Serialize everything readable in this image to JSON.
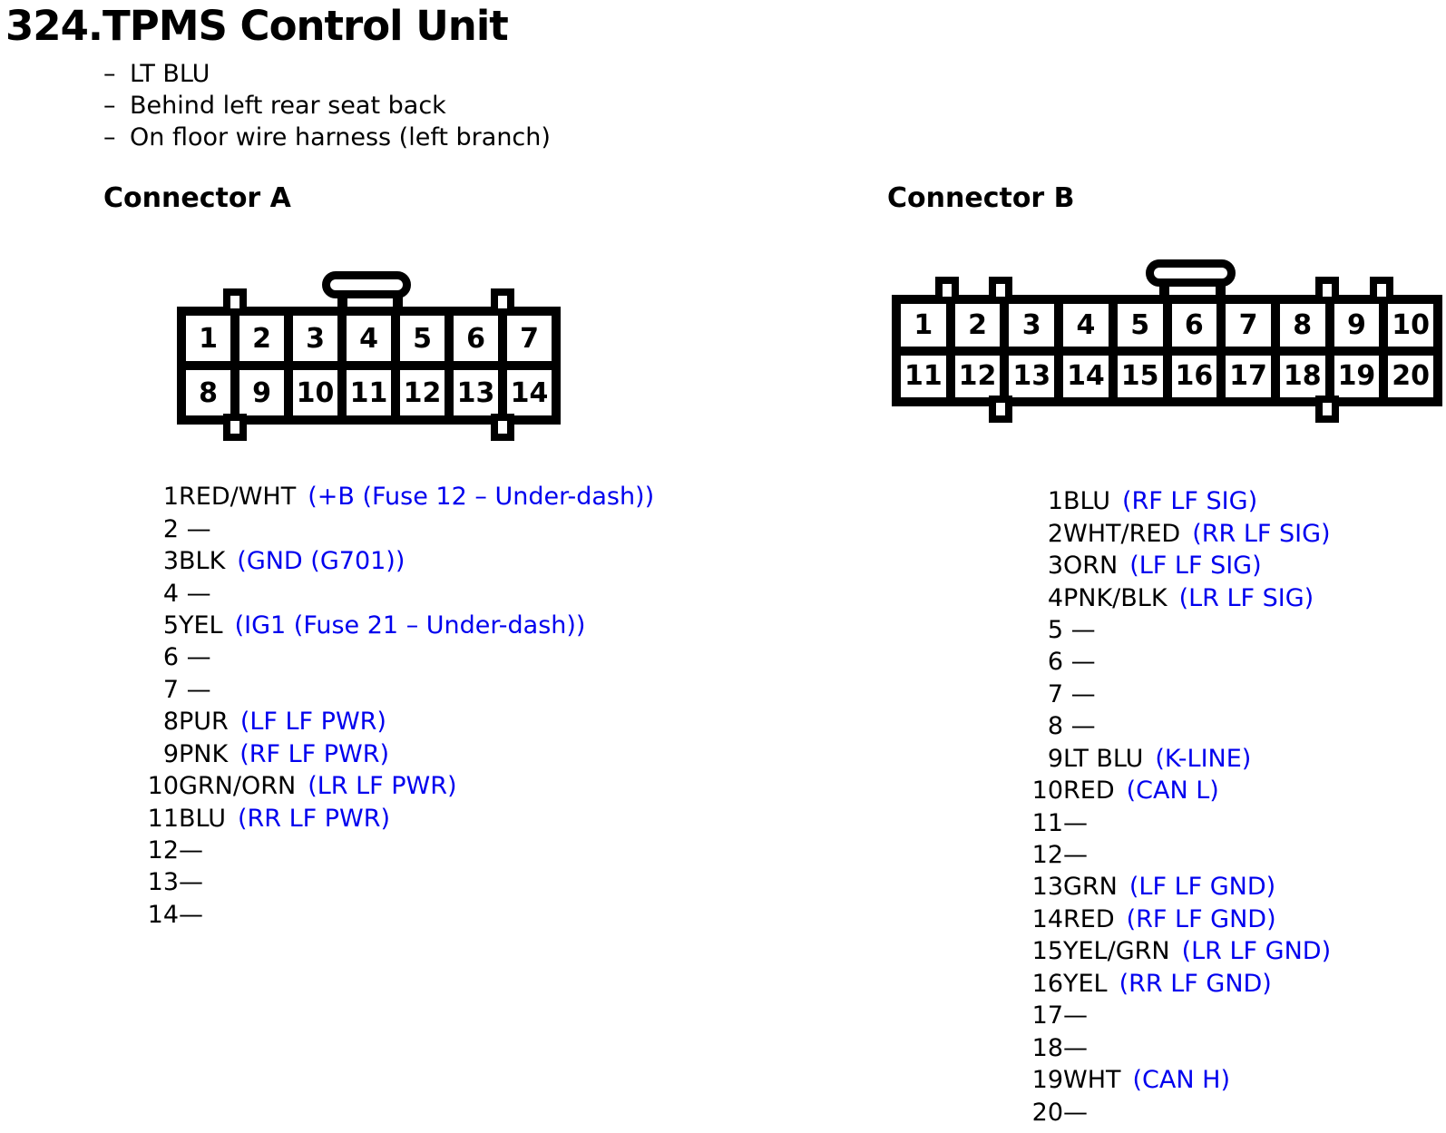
{
  "title": "324.TPMS Control Unit",
  "notes": [
    {
      "dash": "–",
      "text": "LT BLU"
    },
    {
      "dash": "–",
      "text": "Behind left rear seat back"
    },
    {
      "dash": "–",
      "text": "On floor wire harness (left branch)"
    }
  ],
  "connector_a": {
    "heading": "Connector A",
    "grid_rows": [
      [
        "1",
        "2",
        "3",
        "4",
        "5",
        "6",
        "7"
      ],
      [
        "8",
        "9",
        "10",
        "11",
        "12",
        "13",
        "14"
      ]
    ],
    "pins": [
      {
        "num": "1",
        "color": "RED/WHT",
        "func": "(+B (Fuse 12 – Under-dash))"
      },
      {
        "num": "2",
        "color": " —",
        "func": ""
      },
      {
        "num": "3",
        "color": "BLK",
        "func": "(GND (G701))"
      },
      {
        "num": "4",
        "color": " —",
        "func": ""
      },
      {
        "num": "5",
        "color": "YEL",
        "func": "(IG1 (Fuse 21 – Under-dash))"
      },
      {
        "num": "6",
        "color": " —",
        "func": ""
      },
      {
        "num": "7",
        "color": " —",
        "func": ""
      },
      {
        "num": "8",
        "color": "PUR",
        "func": "(LF LF PWR)"
      },
      {
        "num": "9",
        "color": "PNK",
        "func": "(RF LF PWR)"
      },
      {
        "num": "10",
        "color": "GRN/ORN",
        "func": "(LR LF PWR)"
      },
      {
        "num": "11",
        "color": "BLU",
        "func": "(RR LF PWR)"
      },
      {
        "num": "12",
        "color": "—",
        "func": ""
      },
      {
        "num": "13",
        "color": "—",
        "func": ""
      },
      {
        "num": "14",
        "color": "—",
        "func": ""
      }
    ]
  },
  "connector_b": {
    "heading": "Connector B",
    "grid_rows": [
      [
        "1",
        "2",
        "3",
        "4",
        "5",
        "6",
        "7",
        "8",
        "9",
        "10"
      ],
      [
        "11",
        "12",
        "13",
        "14",
        "15",
        "16",
        "17",
        "18",
        "19",
        "20"
      ]
    ],
    "pins": [
      {
        "num": "1",
        "color": "BLU",
        "func": "(RF LF SIG)"
      },
      {
        "num": "2",
        "color": "WHT/RED",
        "func": "(RR LF SIG)"
      },
      {
        "num": "3",
        "color": "ORN",
        "func": "(LF LF SIG)"
      },
      {
        "num": "4",
        "color": "PNK/BLK",
        "func": "(LR LF SIG)"
      },
      {
        "num": "5",
        "color": " —",
        "func": ""
      },
      {
        "num": "6",
        "color": " —",
        "func": ""
      },
      {
        "num": "7",
        "color": " —",
        "func": ""
      },
      {
        "num": "8",
        "color": " —",
        "func": ""
      },
      {
        "num": "9",
        "color": "LT BLU",
        "func": "(K-LINE)"
      },
      {
        "num": "10",
        "color": "RED",
        "func": "(CAN L)"
      },
      {
        "num": "11",
        "color": "—",
        "func": ""
      },
      {
        "num": "12",
        "color": "—",
        "func": ""
      },
      {
        "num": "13",
        "color": "GRN",
        "func": "(LF LF GND)"
      },
      {
        "num": "14",
        "color": "RED",
        "func": "(RF LF GND)"
      },
      {
        "num": "15",
        "color": "YEL/GRN",
        "func": "(LR LF GND)"
      },
      {
        "num": "16",
        "color": "YEL",
        "func": "(RR LF GND)"
      },
      {
        "num": "17",
        "color": "—",
        "func": ""
      },
      {
        "num": "18",
        "color": "—",
        "func": ""
      },
      {
        "num": "19",
        "color": "WHT",
        "func": "(CAN H)"
      },
      {
        "num": "20",
        "color": "—",
        "func": ""
      }
    ]
  },
  "colors": {
    "text": "#000000",
    "function_blue": "#0000EE",
    "background": "#FFFFFF"
  }
}
